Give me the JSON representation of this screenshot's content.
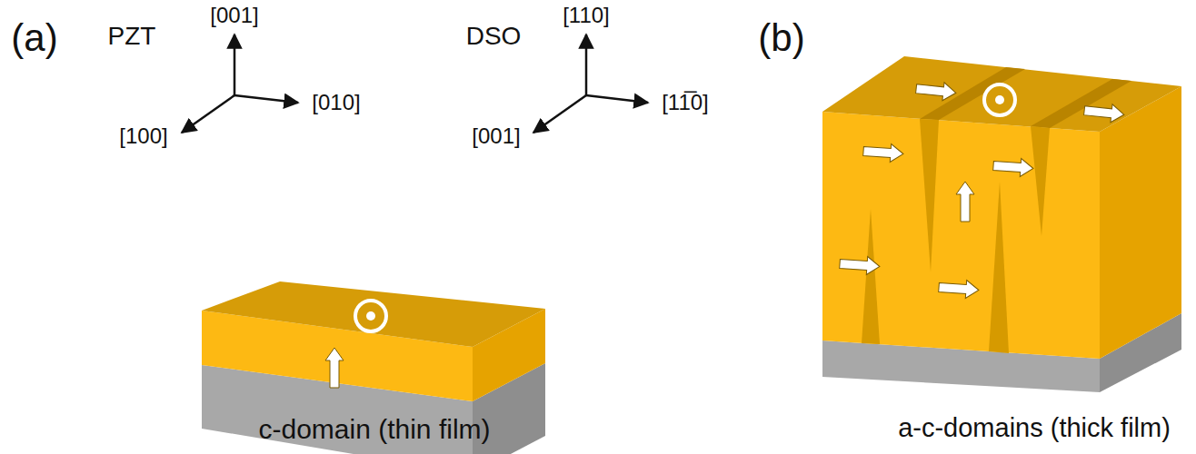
{
  "diagram": {
    "labels": [
      "(a)",
      "PZT",
      "[001]",
      "[100]",
      "[010]",
      "DSO",
      "[110]",
      "[001]",
      "[11̅0]",
      "c-domain (thin film)",
      "(b)",
      "a-c-domains (thick film)"
    ]
  }
}
